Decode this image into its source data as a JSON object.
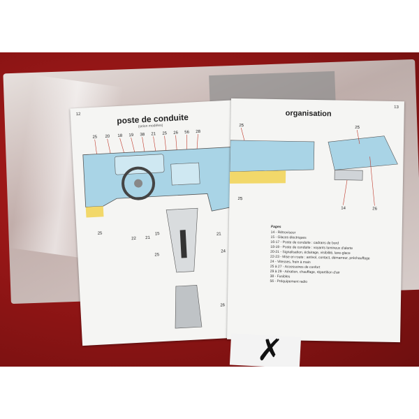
{
  "booklet": {
    "left_page": {
      "page_number": "12",
      "title": "poste de conduite",
      "subtitle": "(selon modèles)",
      "callouts_top": [
        "25",
        "20",
        "18",
        "19",
        "38",
        "21",
        "25",
        "26",
        "56",
        "28"
      ],
      "callouts_bottom": [
        "25",
        "22",
        "21",
        "15",
        "25",
        "21",
        "24",
        "26"
      ]
    },
    "right_page": {
      "page_number": "13",
      "title": "organisation",
      "callouts": [
        "25",
        "25",
        "25",
        "14",
        "26"
      ],
      "legend_header": "Pages",
      "legend": [
        "14 - Rétroviseur",
        "15 - Glaces électriques",
        "16-17 - Poste de conduite : cadrans de bord",
        "18-19 - Poste de conduite : voyants lumineux d'alerte",
        "20-21 - Signalisation, éclairage, visibilité, lave-glace",
        "22-23 - Mise en route : antivol, contact, démarreur, préchauffage",
        "24 - Vitesses, frein à main",
        "25 à 27 - Accessoires de confort",
        "29 à 29 - Aération, chauffage, répartition d'air",
        "38 - Fusibles",
        "56 - Préquipement radio"
      ]
    }
  },
  "tag": {
    "mark": "✗"
  },
  "colors": {
    "background_cloth": "#8f1515",
    "page_paper": "#f5f5f3",
    "diagram_blue": "#a9d4e6",
    "diagram_yellow": "#f2d86a",
    "callout_line": "#c0392b"
  }
}
